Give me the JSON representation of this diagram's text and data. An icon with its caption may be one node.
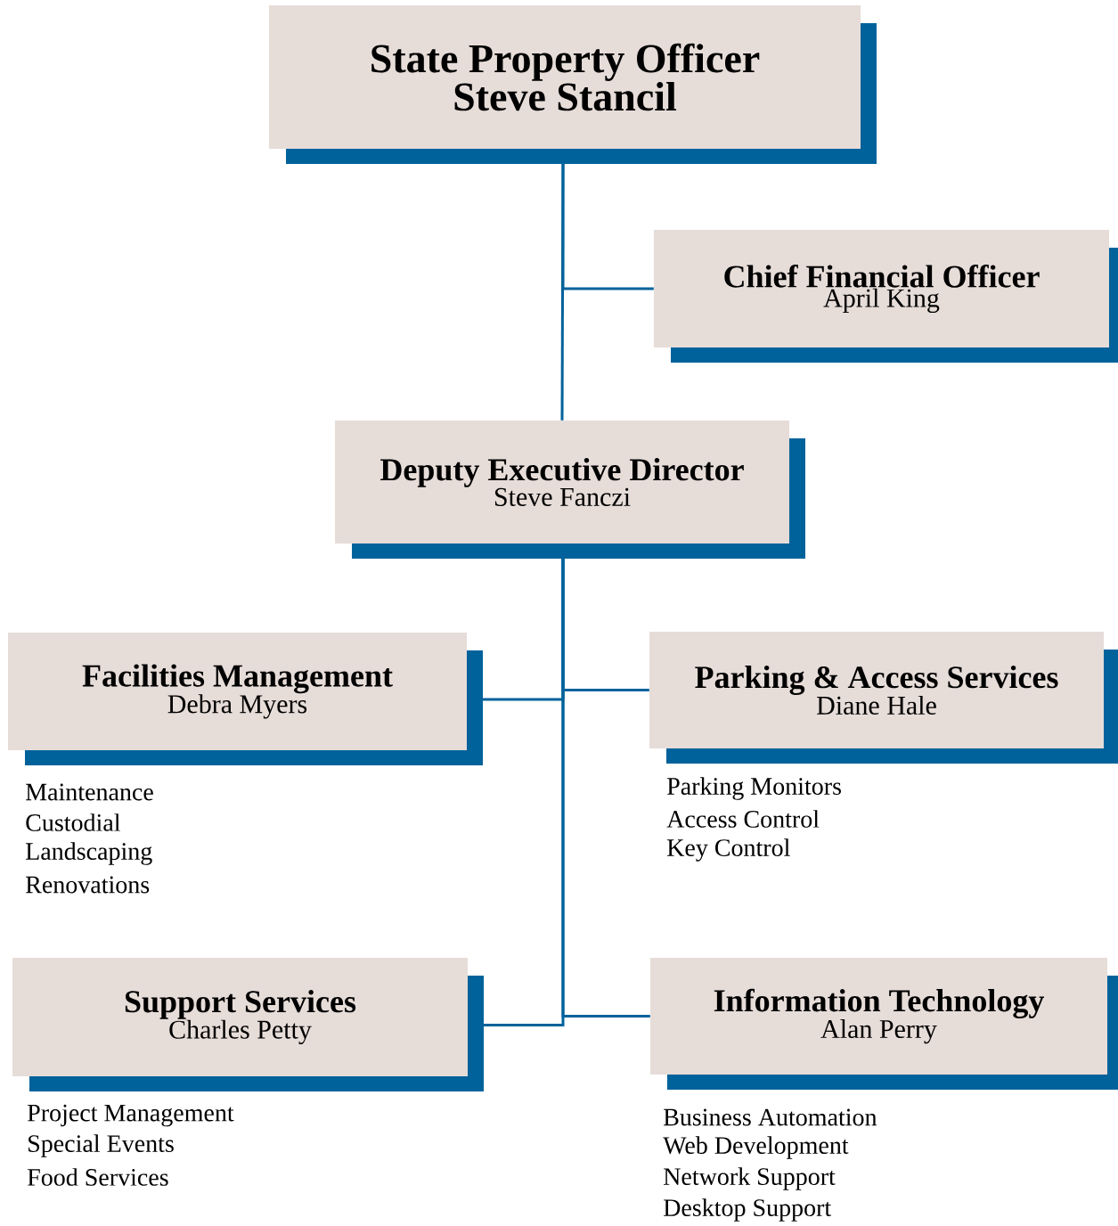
{
  "diagram": {
    "nodes": [
      {
        "text": [
          "State Property Officer",
          "Steve Stancil"
        ]
      },
      {
        "text": [
          "Chief Financial Officer",
          "April King"
        ]
      },
      {
        "text": [
          "Deputy Executive Director",
          "Steve Fanczi"
        ]
      },
      {
        "text": [
          "Facilities Management",
          "Debra Myers"
        ],
        "beside": [
          "Maintenance",
          "Custodial",
          "Landscaping",
          "Renovations"
        ]
      },
      {
        "text": [
          "Parking & Access Services",
          "Diane Hale"
        ],
        "beside": [
          "Parking Monitors",
          "Access Control",
          "Key Control"
        ]
      },
      {
        "text": [
          "Support Services",
          "Charles Petty"
        ],
        "beside": [
          "Project Management",
          "Special Events",
          "Food Services"
        ]
      },
      {
        "text": [
          "Information Technology",
          "Alan Perry"
        ],
        "beside": [
          "Business Automation",
          "Web Development",
          "Network Support",
          "Desktop Support"
        ]
      }
    ],
    "edges": [
      {
        "from": 0,
        "to": 1,
        "arrow": "none"
      },
      {
        "from": 0,
        "to": 2,
        "arrow": "none"
      },
      {
        "from": 2,
        "to": 3,
        "arrow": "none"
      },
      {
        "from": 2,
        "to": 4,
        "arrow": "none"
      },
      {
        "from": 2,
        "to": 5,
        "arrow": "none"
      },
      {
        "from": 2,
        "to": 6,
        "arrow": "none"
      }
    ]
  }
}
